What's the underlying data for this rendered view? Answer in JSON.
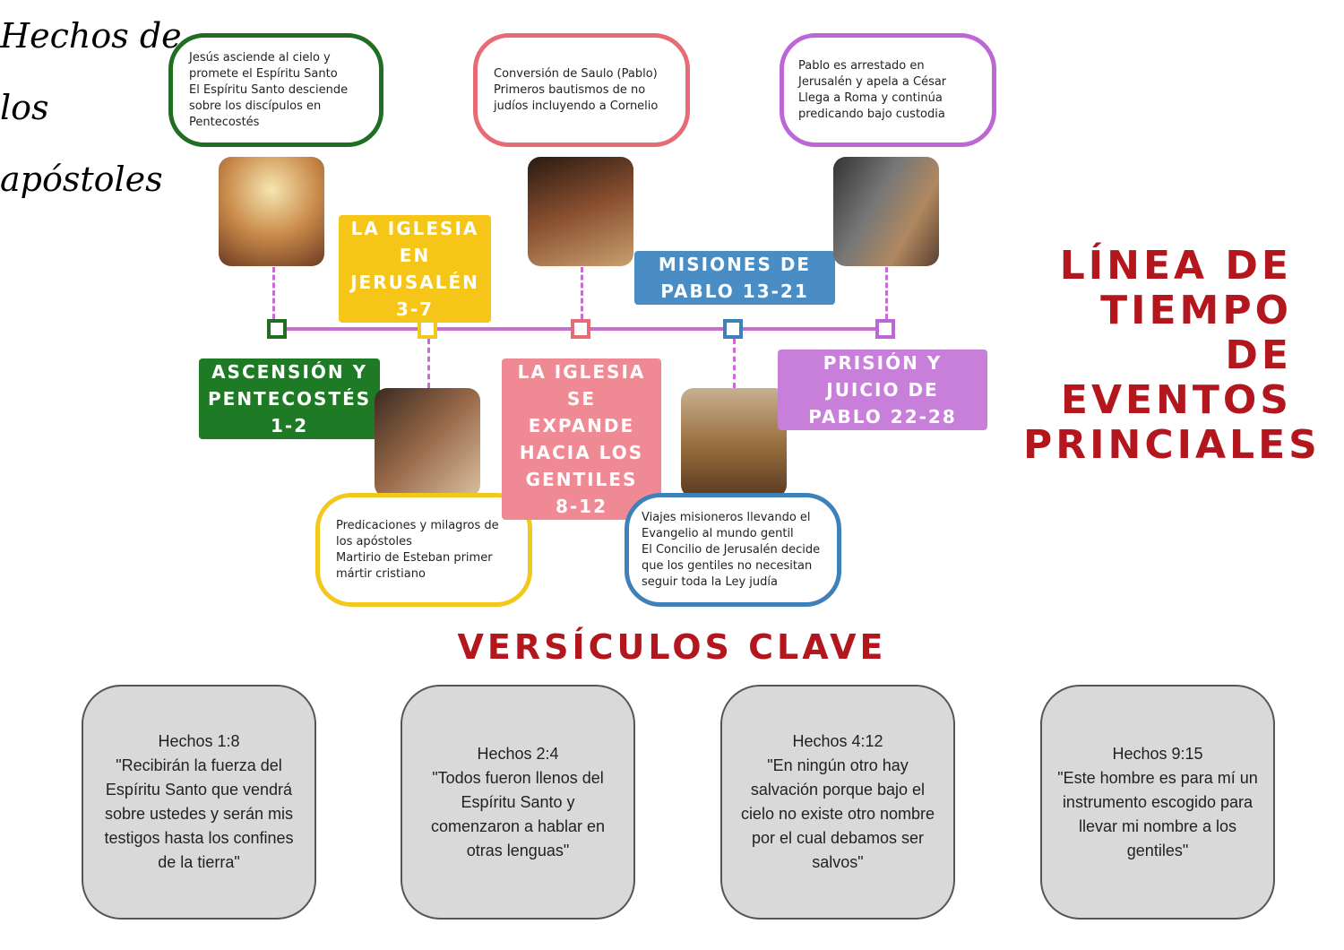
{
  "header": {
    "handwritten_title": "Hechos de los apóstoles",
    "main_title": "LÍNEA DE TIEMPO DE EVENTOS PRINCIALES"
  },
  "events": [
    {
      "label": "ASCENSIÓN Y PENTECOSTÉS 1-2",
      "description": "Jesús asciende al cielo y promete el Espíritu Santo\n El Espíritu Santo desciende sobre los discípulos en Pentecostés",
      "color": "#1f6e22"
    },
    {
      "label": "LA IGLESIA EN JERUSALÉN 3-7",
      "description": "Predicaciones y milagros de los apóstoles\n Martirio de Esteban primer mártir cristiano",
      "color": "#f2c81d"
    },
    {
      "label": "LA IGLESIA SE EXPANDE HACIA LOS GENTILES 8-12",
      "description": "Conversión de Saulo (Pablo)\n Primeros bautismos de no judíos incluyendo a Cornelio",
      "color": "#e66b75"
    },
    {
      "label": "MISIONES DE PABLO 13-21",
      "description": "Viajes misioneros llevando el Evangelio al mundo gentil\n El Concilio de Jerusalén decide que los gentiles no necesitan seguir toda la Ley judía",
      "color": "#3e80b8"
    },
    {
      "label": "PRISIÓN Y JUICIO DE PABLO 22-28",
      "description": "Pablo es arrestado en Jerusalén y apela a César\n Llega a Roma y continúa predicando bajo custodia",
      "color": "#bd66d6"
    }
  ],
  "verses_title": "VERSÍCULOS CLAVE",
  "verses": [
    {
      "text": "Hechos 1:8\n \"Recibirán la fuerza del Espíritu Santo que vendrá sobre ustedes y serán mis testigos hasta los confines de la tierra\""
    },
    {
      "text": "Hechos 2:4\n\"Todos fueron llenos del Espíritu Santo y comenzaron a hablar en otras lenguas\""
    },
    {
      "text": "Hechos 4:12\n \"En ningún otro hay salvación porque bajo el cielo no existe otro nombre por el cual debamos ser salvos\""
    },
    {
      "text": "Hechos 9:15\n\"Este hombre es para mí un instrumento escogido para llevar mi nombre a los gentiles\""
    }
  ]
}
